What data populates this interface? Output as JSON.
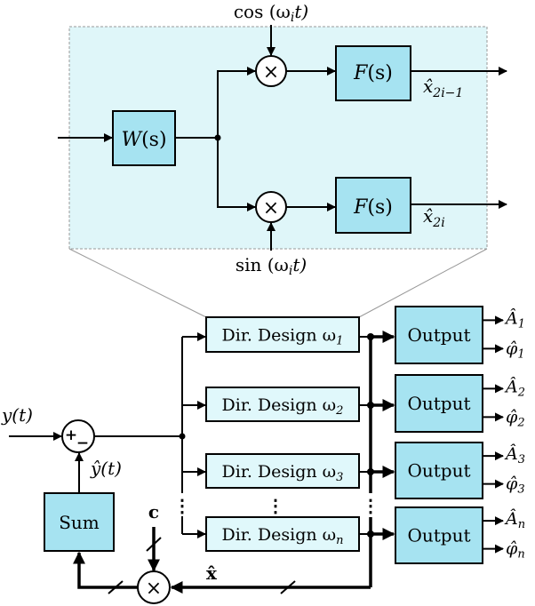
{
  "colors": {
    "block": "#a6e3f1",
    "light_block": "#e0f8fb",
    "zoom_panel": "#dff6f9"
  },
  "detail": {
    "w_block": {
      "fn": "W",
      "arg": "(s)"
    },
    "f_block": {
      "fn": "F",
      "arg": "(s)"
    },
    "cos_label": {
      "fn": "cos",
      "pre": "(ω",
      "sub": "i",
      "post": "t)"
    },
    "sin_label": {
      "fn": "sin",
      "pre": "(ω",
      "sub": "i",
      "post": "t)"
    },
    "multiplier_symbol": "×",
    "out_top": {
      "base": "x̂",
      "sub": "2i−1"
    },
    "out_bottom": {
      "base": "x̂",
      "sub": "2i"
    }
  },
  "main": {
    "input": "y(t)",
    "estimate": "ŷ(t)",
    "sum_signs": {
      "plus": "+",
      "minus": "−"
    },
    "sum_block": "Sum",
    "c_label": "c",
    "xhat_label": "x̂",
    "multiplier_symbol": "×",
    "ellipsis": "⋮",
    "dir_prefix": "Dir. Design ω",
    "dir_blocks": [
      {
        "sub": "1"
      },
      {
        "sub": "2"
      },
      {
        "sub": "3"
      },
      {
        "sub": "n"
      }
    ],
    "output_label": "Output",
    "outputs": [
      {
        "a": "Â",
        "phi": "φ̂",
        "sub": "1"
      },
      {
        "a": "Â",
        "phi": "φ̂",
        "sub": "2"
      },
      {
        "a": "Â",
        "phi": "φ̂",
        "sub": "3"
      },
      {
        "a": "Â",
        "phi": "φ̂",
        "sub": "n"
      }
    ]
  }
}
